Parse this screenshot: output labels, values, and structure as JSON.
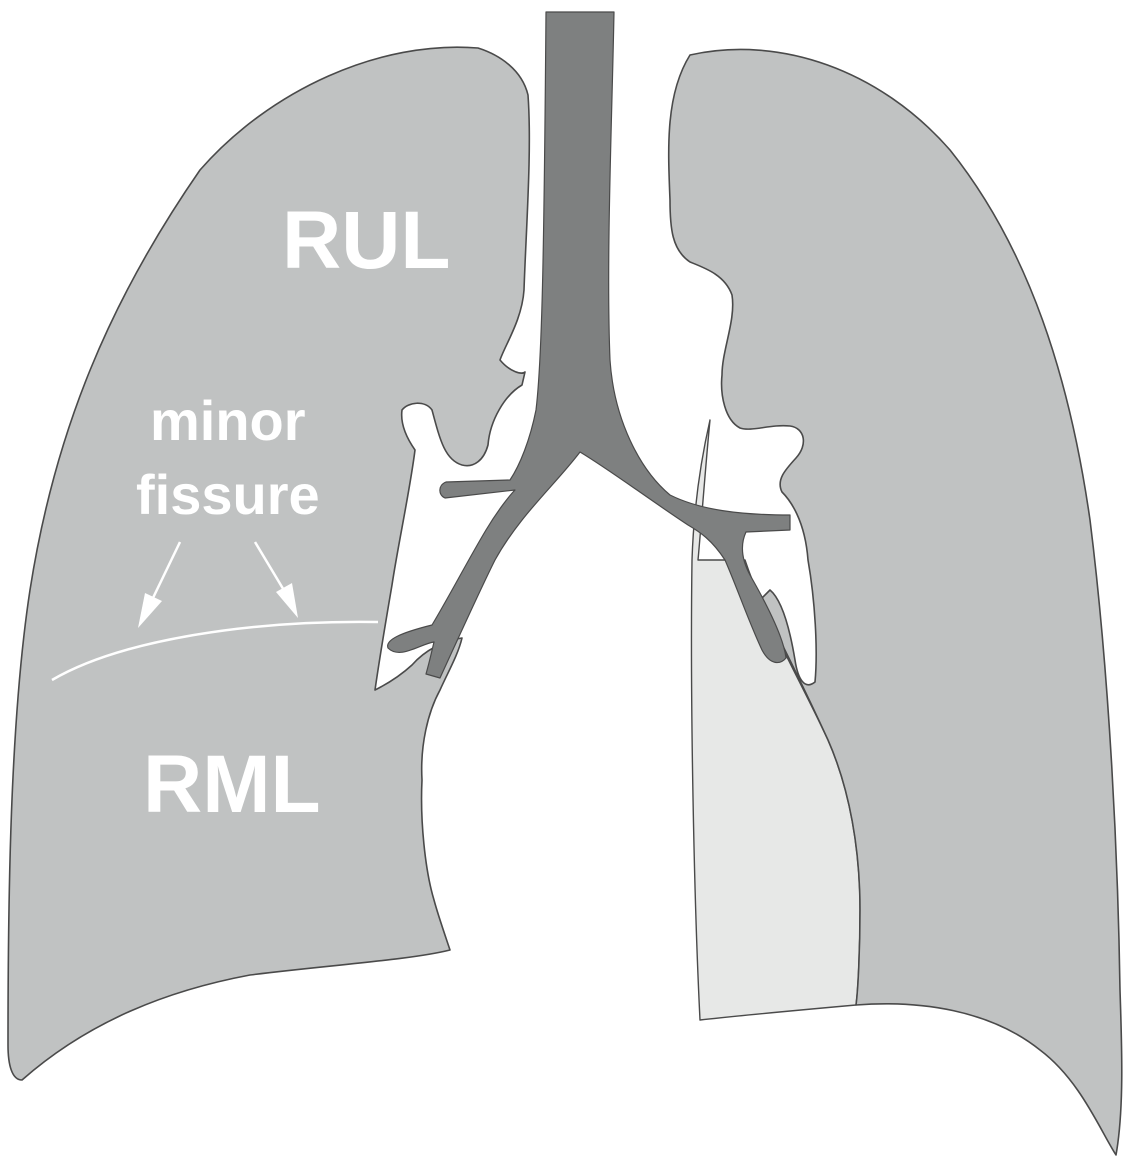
{
  "labels": {
    "rul": "RUL",
    "minor_line1": "minor",
    "minor_line2": "fissure",
    "rml": "RML"
  },
  "colors": {
    "lung": "#c0c2c2",
    "lung_outline": "#4a4a4a",
    "airway": "#7e8080",
    "overlap_region": "#e7e8e7",
    "background": "#ffffff",
    "label": "#ffffff",
    "fissure": "#ffffff"
  }
}
